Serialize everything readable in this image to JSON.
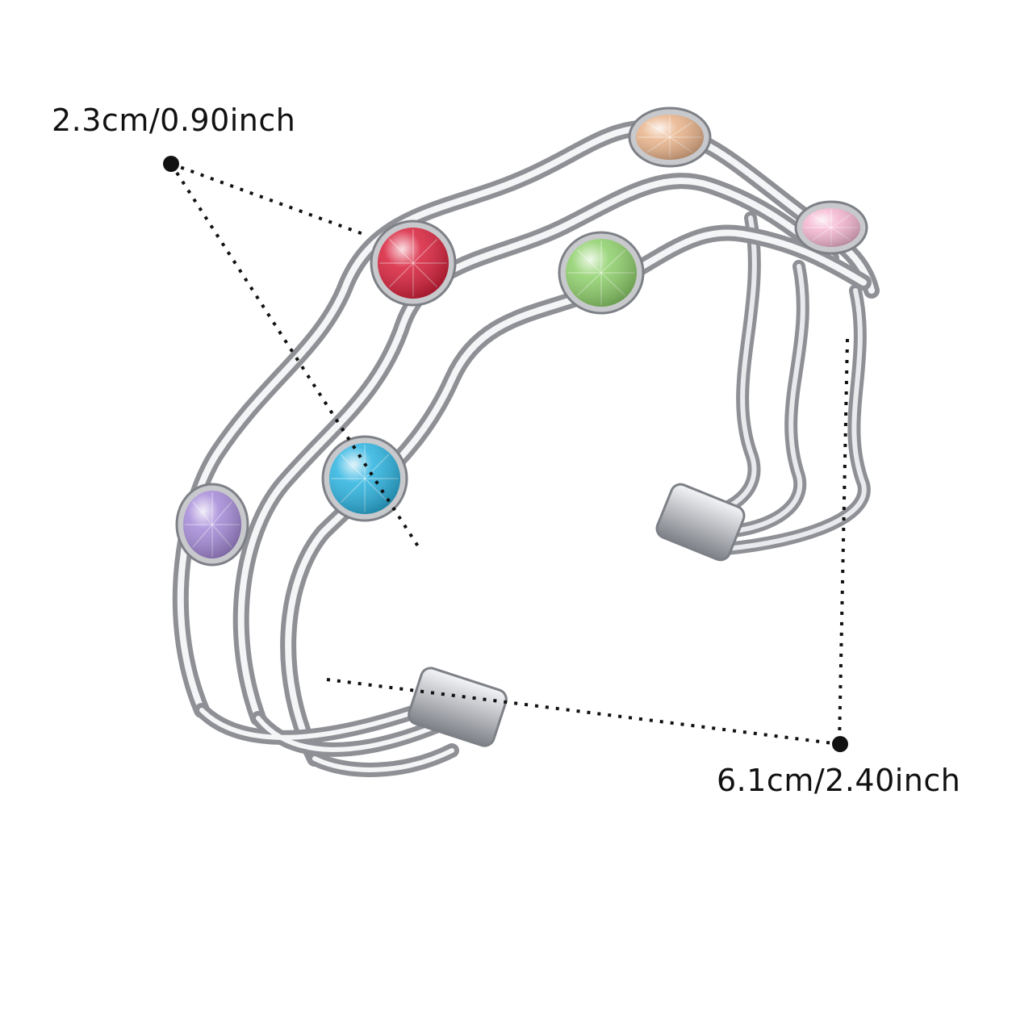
{
  "labels": {
    "width_dimension": "2.3cm/0.90inch",
    "length_dimension": "6.1cm/2.40inch"
  },
  "colors": {
    "background": "#ffffff",
    "metal": "#c8c9cc",
    "metal_shadow": "#8e9095",
    "metal_highlight": "#f4f5f7",
    "dimension_line": "#111111"
  },
  "gems": [
    {
      "name": "purple",
      "color": "#a58ad8"
    },
    {
      "name": "blue",
      "color": "#2bb3e0"
    },
    {
      "name": "red",
      "color": "#d81f3a"
    },
    {
      "name": "green",
      "color": "#8ed06a"
    },
    {
      "name": "champagne",
      "color": "#e9b38a"
    },
    {
      "name": "pink",
      "color": "#f4b6cf"
    }
  ]
}
